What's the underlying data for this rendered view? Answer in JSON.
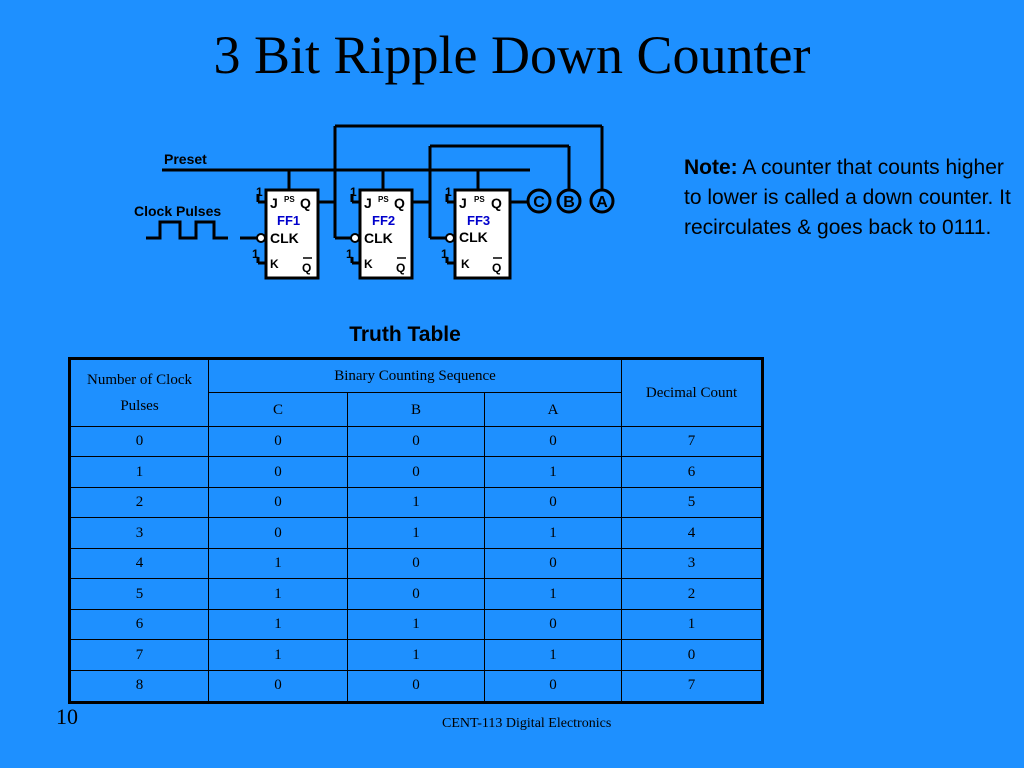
{
  "slide": {
    "title": "3 Bit Ripple Down Counter",
    "slide_number": "10",
    "footer": "CENT-113 Digital Electronics"
  },
  "note": {
    "label": "Note:",
    "text": "A counter that counts higher to lower is called a down counter. It recirculates & goes back to 0111."
  },
  "circuit": {
    "preset_label": "Preset",
    "clock_label": "Clock Pulses",
    "flip_flops": [
      {
        "name": "FF1",
        "j": "J",
        "k": "K",
        "ps": "PS",
        "clk": "CLK",
        "q": "Q",
        "qbar": "Q",
        "j_input": "1",
        "k_input": "1"
      },
      {
        "name": "FF2",
        "j": "J",
        "k": "K",
        "ps": "PS",
        "clk": "CLK",
        "q": "Q",
        "qbar": "Q",
        "j_input": "1",
        "k_input": "1"
      },
      {
        "name": "FF3",
        "j": "J",
        "k": "K",
        "ps": "PS",
        "clk": "CLK",
        "q": "Q",
        "qbar": "Q",
        "j_input": "1",
        "k_input": "1"
      }
    ],
    "outputs": [
      "C",
      "B",
      "A"
    ]
  },
  "truth_table": {
    "heading": "Truth Table",
    "col_clock": "Number of Clock Pulses",
    "col_binary": "Binary Counting Sequence",
    "col_decimal": "Decimal Count",
    "sub_headers": [
      "C",
      "B",
      "A"
    ],
    "rows": [
      [
        "0",
        "0",
        "0",
        "0",
        "7"
      ],
      [
        "1",
        "0",
        "0",
        "1",
        "6"
      ],
      [
        "2",
        "0",
        "1",
        "0",
        "5"
      ],
      [
        "3",
        "0",
        "1",
        "1",
        "4"
      ],
      [
        "4",
        "1",
        "0",
        "0",
        "3"
      ],
      [
        "5",
        "1",
        "0",
        "1",
        "2"
      ],
      [
        "6",
        "1",
        "1",
        "0",
        "1"
      ],
      [
        "7",
        "1",
        "1",
        "1",
        "0"
      ],
      [
        "8",
        "0",
        "0",
        "0",
        "7"
      ]
    ]
  }
}
